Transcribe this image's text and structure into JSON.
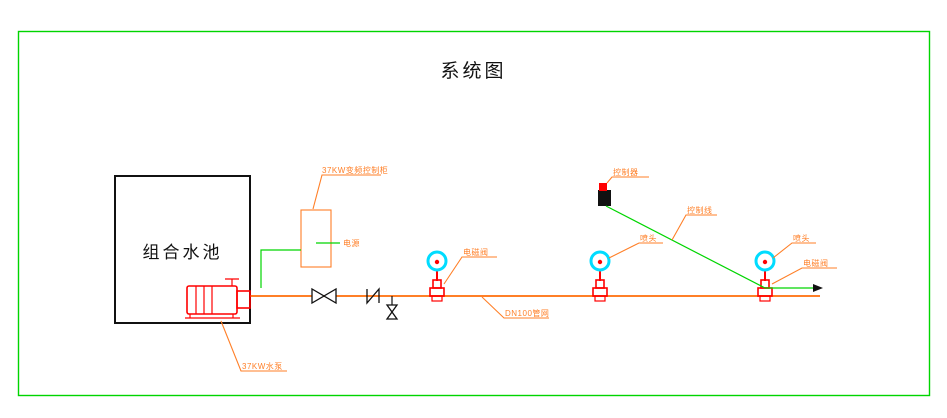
{
  "title": "系统图",
  "pool": {
    "label": "组合水池"
  },
  "cabinet": {
    "label": "37KW变频控制柜",
    "power_label": "电源"
  },
  "pump": {
    "label": "37KW水泵"
  },
  "pipe": {
    "label": "DN100管网"
  },
  "controller": {
    "label": "控制器",
    "wire_label": "控制线"
  },
  "nozzles": [
    {
      "solenoid_label": "电磁阀"
    },
    {
      "head_label": "喷头"
    },
    {
      "head_label": "喷头",
      "solenoid_label": "电磁阀"
    }
  ],
  "colors": {
    "green": "#00d500",
    "orange": "#ff7f27",
    "red": "#ff0000",
    "cyan": "#00dcff",
    "ink": "#111111"
  }
}
